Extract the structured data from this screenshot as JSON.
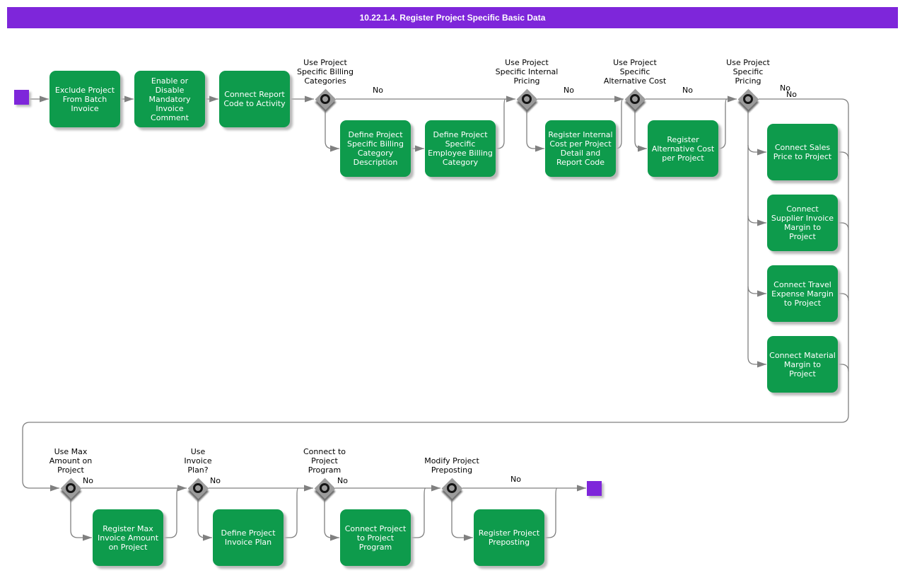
{
  "title": "10.22.1.4. Register Project Specific Basic Data",
  "colors": {
    "banner": "#7E26DA",
    "activity_green": "#0E9B4C",
    "terminal_purple": "#7E26DA",
    "connector_gray": "#808080",
    "decision_gray": "#9c9c9c"
  },
  "no_label": "No",
  "activities": {
    "exclude_project": "Exclude Project\nFrom Batch\nInvoice",
    "enable_disable_comment": "Enable or\nDisable\nMandatory\nInvoice\nComment",
    "connect_report_code": "Connect Report\nCode to Activity",
    "define_billing_category": "Define Project\nSpecific Billing\nCategory\nDescription",
    "define_employee_billing": "Define Project\nSpecific\nEmployee Billing\nCategory",
    "register_internal_cost": "Register Internal\nCost per Project\nDetail and\nReport Code",
    "register_alternative_cost": "Register\nAlternative Cost\nper Project",
    "connect_sales_price": "Connect Sales\nPrice to Project",
    "connect_supplier_margin": "Connect\nSupplier Invoice\nMargin to\nProject",
    "connect_travel_margin": "Connect Travel\nExpense Margin\nto Project",
    "connect_material_margin": "Connect Material\nMargin to\nProject",
    "register_max_invoice": "Register Max\nInvoice Amount\non Project",
    "define_invoice_plan": "Define Project\nInvoice Plan",
    "connect_project_program": "Connect Project\nto Project\nProgram",
    "register_preposting": "Register Project\nPreposting"
  },
  "decisions": {
    "billing_categories": "Use Project\nSpecific Billing\nCategories",
    "internal_pricing": "Use Project\nSpecific Internal\nPricing",
    "alternative_cost": "Use Project\nSpecific\nAlternative Cost",
    "pricing": "Use Project\nSpecific\nPricing",
    "max_amount": "Use Max\nAmount on\nProject",
    "invoice_plan": "Use\nInvoice\nPlan?",
    "project_program": "Connect to\nProject\nProgram",
    "preposting": "Modify Project\nPreposting"
  }
}
